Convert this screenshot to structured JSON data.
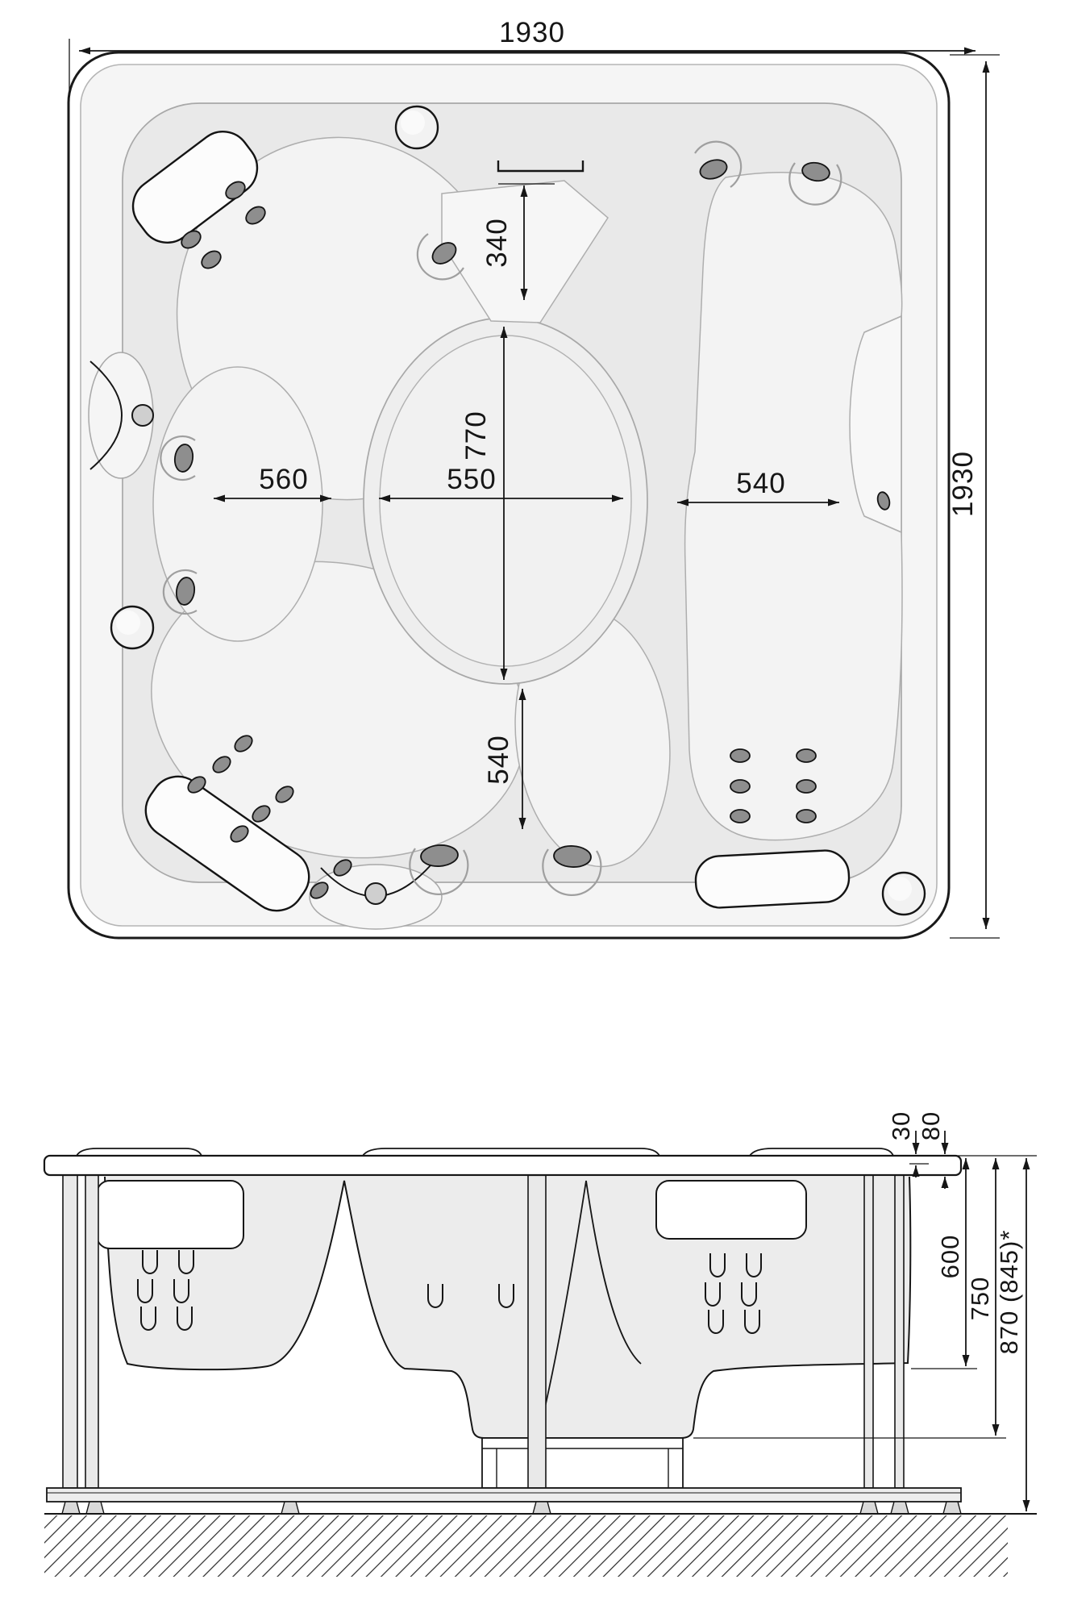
{
  "drawing": {
    "top_view": {
      "overall_width": "1930",
      "overall_depth": "1930",
      "back_notch_depth": "340",
      "footwell_length": "770",
      "left_seat_width": "560",
      "footwell_width": "550",
      "right_seat_width": "540",
      "front_seat_depth": "540"
    },
    "side_view": {
      "rim_lip_height": "30",
      "rim_edge_height": "80",
      "inner_depth": "600",
      "shell_depth": "750",
      "total_height": "870 (845)*"
    }
  }
}
